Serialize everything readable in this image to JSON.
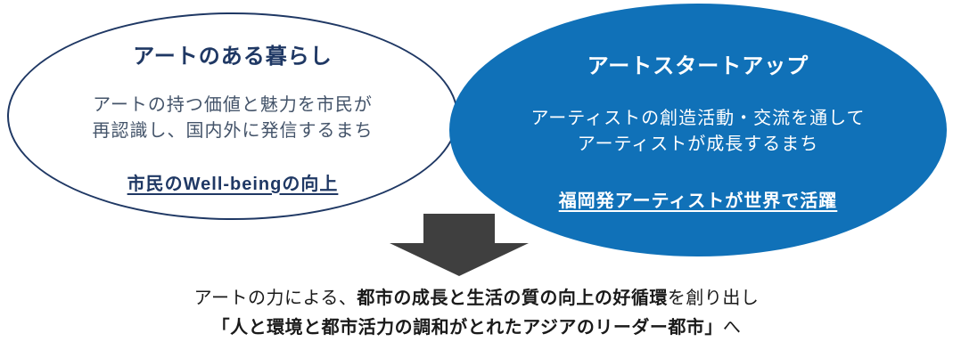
{
  "colors": {
    "navy": "#1F3864",
    "body_text_navy": "#44546A",
    "blue_fill": "#1071B8",
    "white": "#FFFFFF",
    "arrow_gray": "#3F3F3F",
    "conclusion_text": "#1A1A1A"
  },
  "left_ellipse": {
    "title": "アートのある暮らし",
    "body_line1": "アートの持つ価値と魅力を市民が",
    "body_line2": "再認識し、国内外に発信するまち",
    "goal": "市民のWell-beingの向上"
  },
  "right_ellipse": {
    "title": "アートスタートアップ",
    "body_line1": "アーティストの創造活動・交流を通して",
    "body_line2": "アーティストが成長するまち",
    "goal": "福岡発アーティストが世界で活躍"
  },
  "conclusion": {
    "line1_prefix": "アートの力による、",
    "line1_bold": "都市の成長と生活の質の向上の好循環",
    "line1_suffix": "を創り出し",
    "line2_bold": "「人と環境と都市活力の調和がとれたアジアのリーダー都市」",
    "line2_suffix": "へ"
  }
}
